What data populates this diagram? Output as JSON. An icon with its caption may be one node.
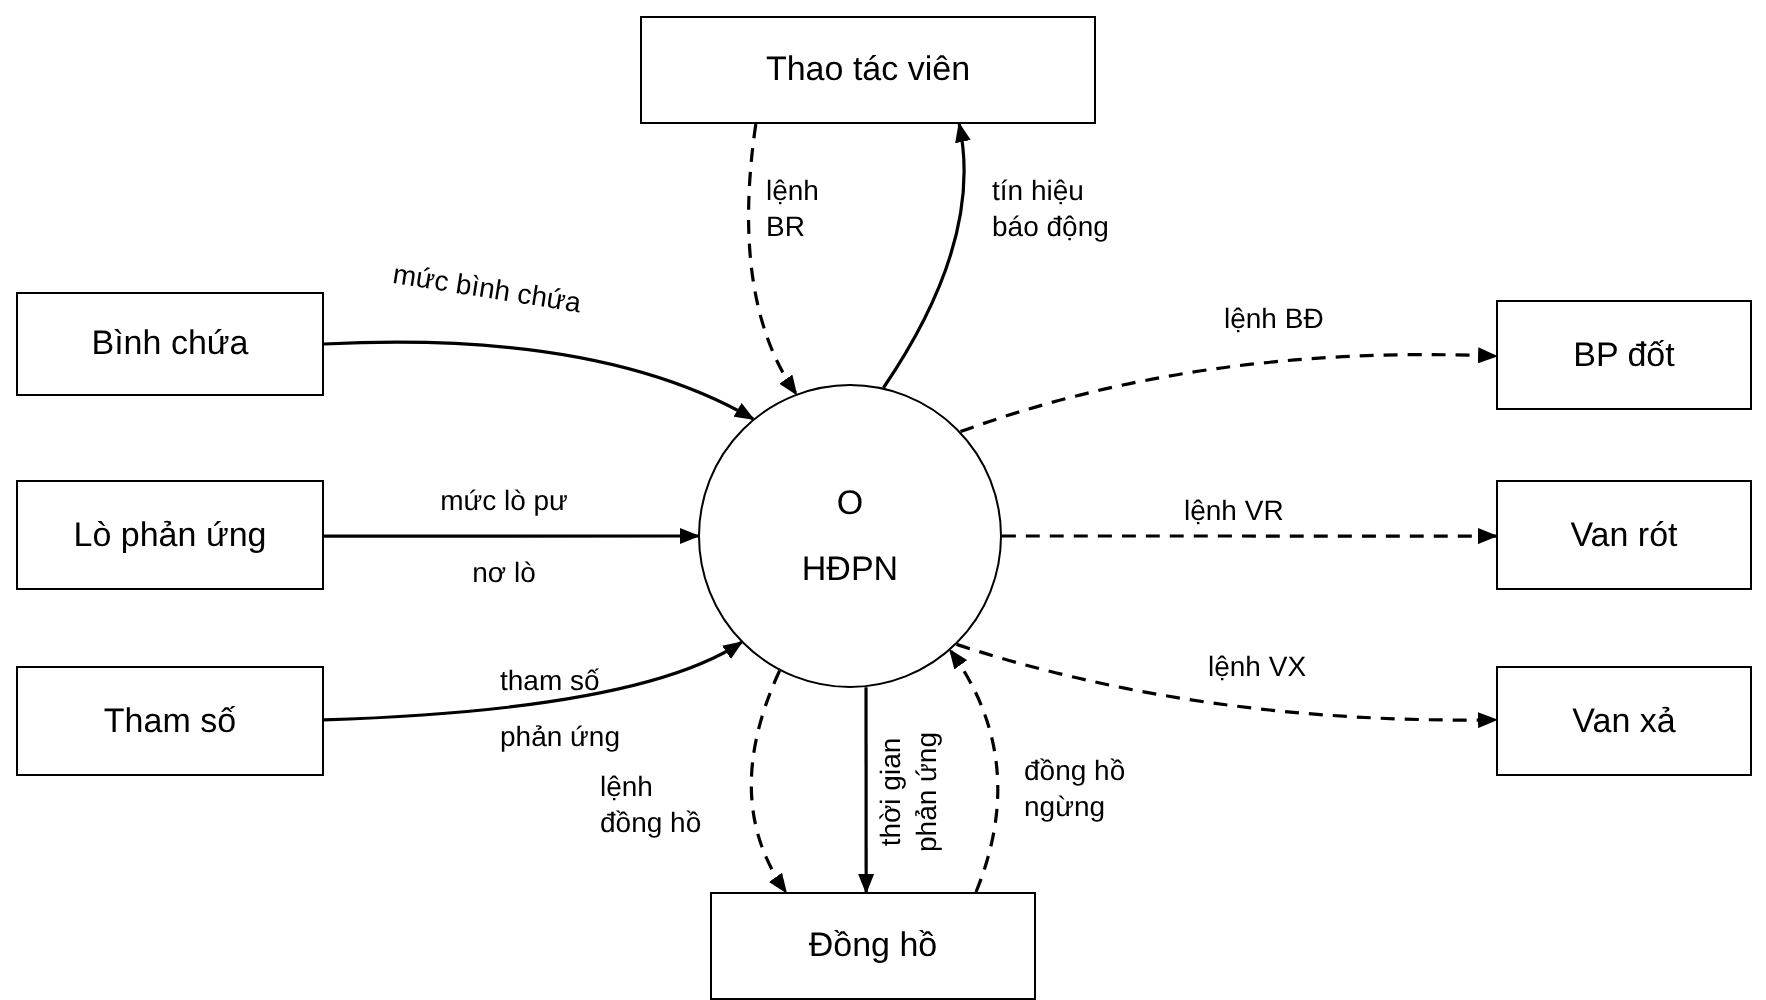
{
  "diagram": {
    "nodes": [
      {
        "text": [
          "Thao tác viên"
        ]
      },
      {
        "text": [
          "Bình chứa"
        ]
      },
      {
        "text": [
          "O",
          "HĐPN"
        ]
      },
      {
        "text": [
          "BP đốt"
        ]
      },
      {
        "text": [
          "Lò phản ứng"
        ]
      },
      {
        "text": [
          "Van rót"
        ]
      },
      {
        "text": [
          "Tham số"
        ]
      },
      {
        "text": [
          "Van xả"
        ]
      },
      {
        "text": [
          "Đồng hồ"
        ]
      }
    ],
    "edges": [
      {
        "from": 0,
        "to": 2,
        "arrow": "to",
        "label": "lệnh BR",
        "style": "dashed"
      },
      {
        "from": 2,
        "to": 0,
        "arrow": "to",
        "label": "tín hiệu báo động"
      },
      {
        "from": 1,
        "to": 2,
        "arrow": "to",
        "label": "mức bình chứa"
      },
      {
        "from": 4,
        "to": 2,
        "arrow": "to",
        "label": "mức lò pư nơ lò"
      },
      {
        "from": 6,
        "to": 2,
        "arrow": "to",
        "label": "tham số phản ứng"
      },
      {
        "from": 2,
        "to": 3,
        "arrow": "to",
        "label": "lệnh BĐ",
        "style": "dashed"
      },
      {
        "from": 2,
        "to": 5,
        "arrow": "to",
        "label": "lệnh VR",
        "style": "dashed"
      },
      {
        "from": 2,
        "to": 7,
        "arrow": "to",
        "label": "lệnh VX",
        "style": "dashed"
      },
      {
        "from": 2,
        "to": 8,
        "arrow": "to",
        "label": "lệnh đồng hồ",
        "style": "dashed"
      },
      {
        "from": 2,
        "to": 8,
        "arrow": "to",
        "label": "thời gian phản ứng"
      },
      {
        "from": 8,
        "to": 2,
        "arrow": "to",
        "label": "đồng hồ ngừng",
        "style": "dashed"
      }
    ]
  }
}
